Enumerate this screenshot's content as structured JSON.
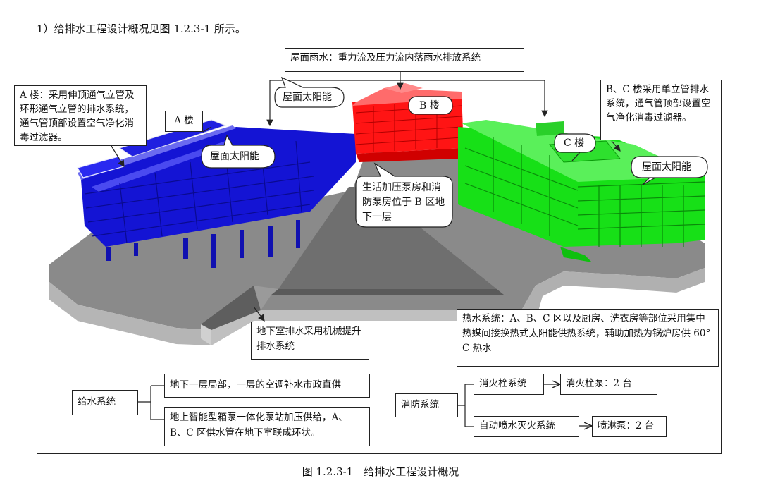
{
  "heading": "1）给排水工程设计概况见图 1.2.3-1 所示。",
  "caption": "图 1.2.3-1　给排水工程设计概况",
  "colors": {
    "building_a": "#1515d8",
    "building_b": "#ff1a1a",
    "building_c": "#19e019",
    "basement": "#7a7a7a",
    "frame": "#222222"
  },
  "callouts": {
    "roof_rain": "屋面雨水：重力流及压力流内落雨水排放系统",
    "a_drainage": "A 楼：采用伸顶通气立管及环形通气立管的排水系统，通气管顶部设置空气净化消毒过滤器。",
    "a_label": "A 楼",
    "a_solar": "屋面太阳能",
    "b_solar": "屋面太阳能",
    "b_label": "B 楼",
    "bc_drainage": "B、C 楼采用单立管排水系统，通气管顶部设置空气净化消毒过滤器。",
    "c_label": "C 楼",
    "c_solar": "屋面太阳能",
    "pump_room": "生活加压泵房和消防泵房位于 B 区地下一层",
    "basement_drainage": "地下室排水采用机械提升排水系统",
    "hot_water": "热水系统：A、B、C 区以及厨房、洗衣房等部位采用集中热媒间接换热式太阳能供热系统，辅助加热为锅炉房供 60° C 热水"
  },
  "water_supply": {
    "title": "给水系统",
    "items": [
      "地下一层局部，一层的空调补水市政直供",
      "地上智能型箱泵一体化泵站加压供给，A、B、C 区供水管在地下室联成环状。"
    ]
  },
  "fire": {
    "title": "消防系统",
    "items": [
      {
        "name": "消火栓系统",
        "pump": "消火栓泵：2 台"
      },
      {
        "name": "自动喷水灭火系统",
        "pump": "喷淋泵：2 台"
      }
    ]
  }
}
